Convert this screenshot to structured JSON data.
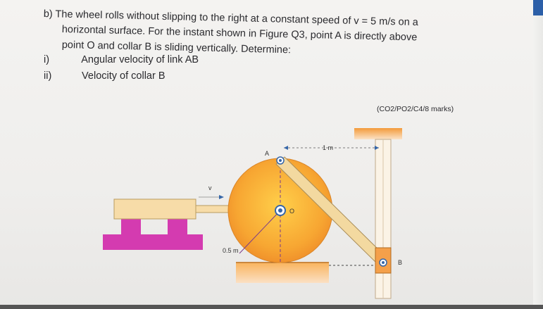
{
  "problem": {
    "part_label": "b)",
    "line1": "The wheel rolls without slipping to the right at a constant speed of v = 5 m/s on a",
    "line2": "horizontal surface. For the instant shown in Figure Q3, point A is directly above",
    "line3": "point O and collar B is sliding vertically. Determine:",
    "items": [
      {
        "num": "i)",
        "text": "Angular velocity of link AB"
      },
      {
        "num": "ii)",
        "text": "Velocity of collar B"
      }
    ],
    "marks": "(CO2/PO2/C4/8 marks)"
  },
  "figure": {
    "label_A": "A",
    "label_O": "O",
    "label_B": "B",
    "label_v": "v",
    "dim_1m": "1 m",
    "dim_05m": "0.5 m"
  },
  "colors": {
    "wheel": "#f6a033",
    "wheel_center": "#ffd048",
    "magenta": "#d43bb0",
    "link": "#f3d9a0",
    "ground": "#f6a036"
  }
}
